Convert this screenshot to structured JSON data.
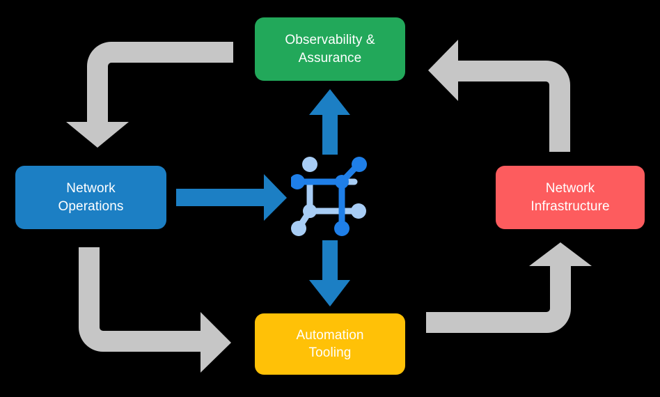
{
  "diagram": {
    "title": "Network automation lifecycle cycle diagram",
    "background_color": "#000000",
    "nodes": [
      {
        "id": "observability",
        "label": "Observability &\nAssurance",
        "line1": "Observability &",
        "line2": "Assurance",
        "color": "#22a85a",
        "text_color": "#ffffff",
        "position": "top"
      },
      {
        "id": "operations",
        "label": "Network\nOperations",
        "line1": "Network",
        "line2": "Operations",
        "color": "#1c7fc4",
        "text_color": "#ffffff",
        "position": "left"
      },
      {
        "id": "infrastructure",
        "label": "Network\nInfrastructure",
        "line1": "Network",
        "line2": "Infrastructure",
        "color": "#fd5c5e",
        "text_color": "#ffffff",
        "position": "right"
      },
      {
        "id": "automation",
        "label": "Automation\nTooling",
        "line1": "Automation",
        "line2": "Tooling",
        "color": "#ffc107",
        "text_color": "#ffffff",
        "position": "bottom"
      }
    ],
    "center": {
      "icon": "network-topology-icon",
      "colors": {
        "dark_blue": "#1f7fe8",
        "light_blue": "#a8cdf5"
      }
    },
    "connectors": {
      "blue_color": "#1c7fc4",
      "gray_color": "#c6c6c6",
      "blue_arrows": [
        {
          "id": "center-to-observability",
          "direction": "up"
        },
        {
          "id": "operations-to-center",
          "direction": "right"
        },
        {
          "id": "center-to-automation",
          "direction": "down"
        }
      ],
      "gray_arrows": [
        {
          "id": "observability-to-operations",
          "direction": "left-then-down"
        },
        {
          "id": "infrastructure-to-observability",
          "direction": "up-then-left"
        },
        {
          "id": "operations-to-automation",
          "direction": "down-then-right"
        },
        {
          "id": "automation-to-infrastructure",
          "direction": "right-then-up"
        }
      ]
    }
  }
}
